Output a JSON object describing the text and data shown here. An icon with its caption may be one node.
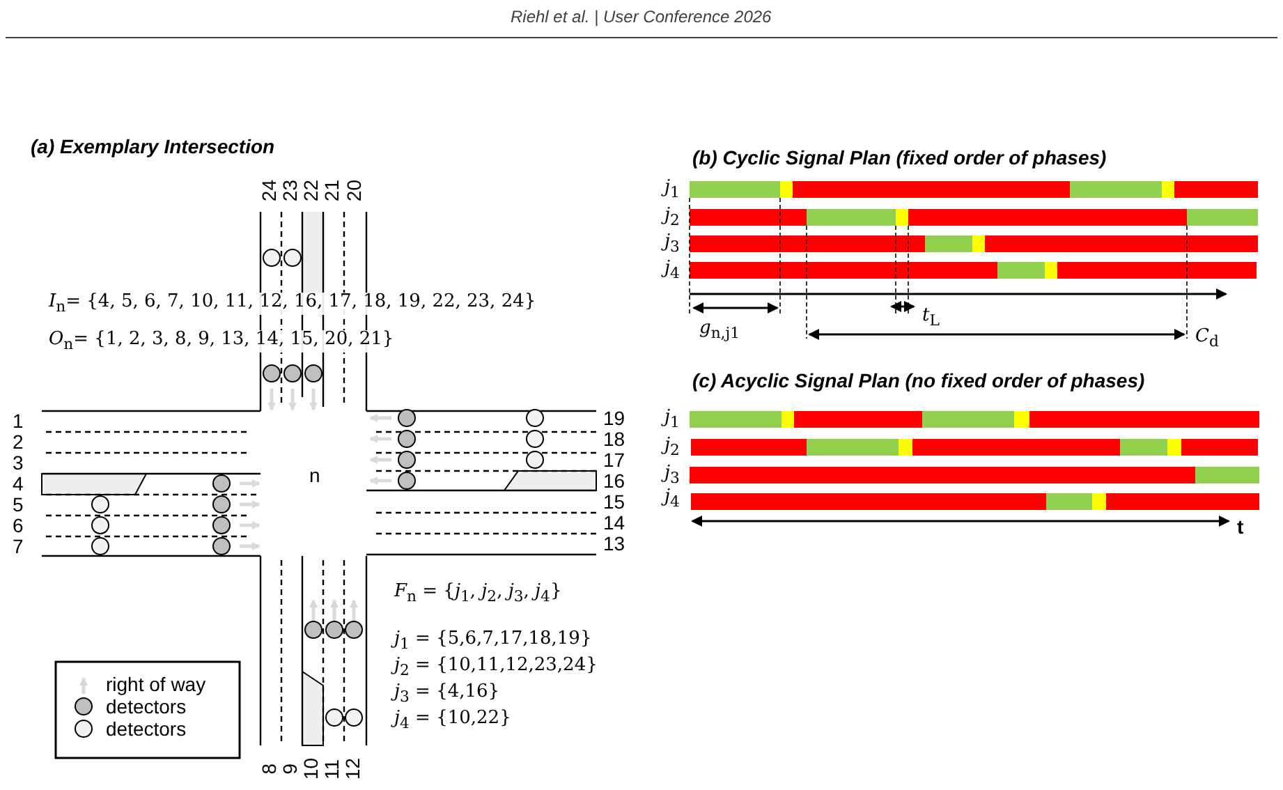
{
  "diagram": {
    "labels": [
      "Riehl et al. | User Conference 2026",
      "(a) Exemplary Intersection",
      "24",
      "23",
      "22",
      "21",
      "20",
      "*I*$_{n}$= {4, 5, 6, 7, 10, 11, 12, 16, 17, 18, 19, 22, 23, 24}",
      "*O*$_{n}$= {1, 2, 3, 8, 9, 13, 14, 15, 20, 21}",
      "1",
      "2",
      "3",
      "4",
      "5",
      "6",
      "7",
      "n",
      "19",
      "18",
      "17",
      "16",
      "15",
      "14",
      "13",
      "*F*$_{n}$ = {*j*$_{1}$, *j*$_{2}$, *j*$_{3}$, *j*$_{4}$}",
      "*j*$_{1}$ = {5,6,7,17,18,19}",
      "*j*$_{2}$ = {10,11,12,23,24}",
      "*j*$_{3}$ = {4,16}",
      "*j*$_{4}$ = {10,22}",
      "8",
      "9",
      "10",
      "11",
      "12",
      "(b) Cyclic Signal Plan (fixed order of phases)",
      "*j*$_{1}$",
      "*j*$_{2}$",
      "*j*$_{3}$",
      "*j*$_{4}$",
      "*g*$_{n,j1}$",
      "*t*$_{L}$",
      "*C*$_{d}$",
      "(c) Acyclic Signal Plan (no fixed order of phases)",
      "*j*$_{1}$",
      "*j*$_{2}$",
      "*j*$_{3}$",
      "*j*$_{4}$",
      "t"
    ],
    "legend": [
      {
        "text": "right of way"
      },
      {
        "text": "detectors"
      },
      {
        "text": "detectors"
      }
    ]
  }
}
